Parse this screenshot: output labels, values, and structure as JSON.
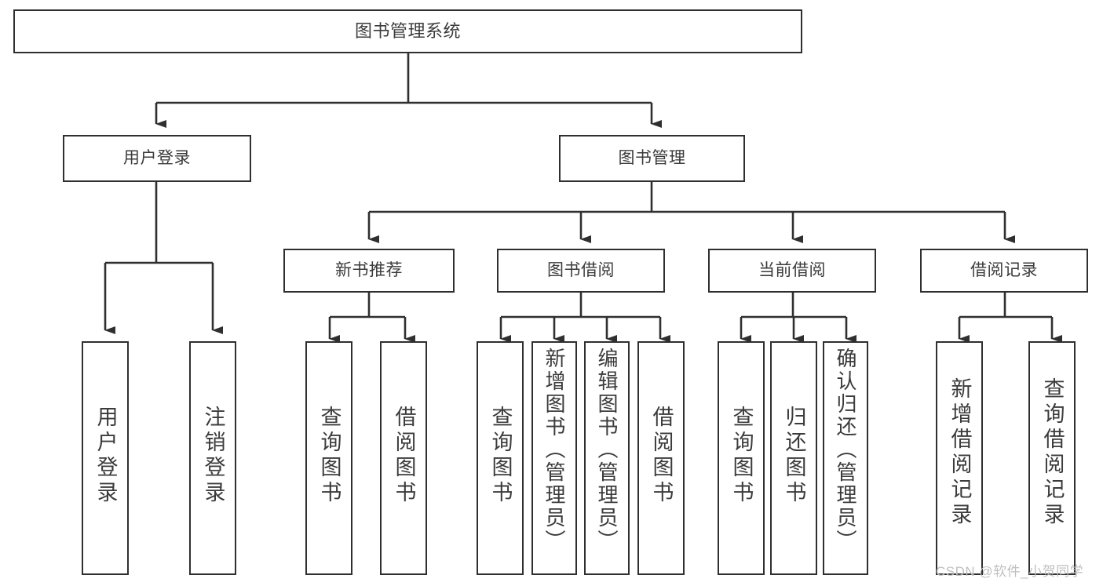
{
  "diagram": {
    "title": "图书管理系统",
    "type": "功能结构图",
    "line_color": "#2f2f2f",
    "text_color": "#3b3b3b",
    "background_color": "#ffffff"
  },
  "root": {
    "label": "图书管理系统"
  },
  "level2": [
    {
      "label": "用户登录"
    },
    {
      "label": "图书管理"
    }
  ],
  "level3": [
    {
      "label": "新书推荐"
    },
    {
      "label": "图书借阅"
    },
    {
      "label": "当前借阅"
    },
    {
      "label": "借阅记录"
    }
  ],
  "leaves": {
    "user_login": [
      {
        "label": "用户登录"
      },
      {
        "label": "注销登录"
      }
    ],
    "new_book_recommend": [
      {
        "label": "查询图书"
      },
      {
        "label": "借阅图书"
      }
    ],
    "book_borrow": [
      {
        "label": "查询图书"
      },
      {
        "label": "新增图书（管理员）"
      },
      {
        "label": "编辑图书（管理员）"
      },
      {
        "label": "借阅图书"
      }
    ],
    "current_borrow": [
      {
        "label": "查询图书"
      },
      {
        "label": "归还图书"
      },
      {
        "label": "确认归还（管理员）"
      }
    ],
    "borrow_record": [
      {
        "label": "新增借阅记录"
      },
      {
        "label": "查询借阅记录"
      }
    ]
  },
  "watermark": {
    "text": "CSDN @软件_小贺同学"
  }
}
